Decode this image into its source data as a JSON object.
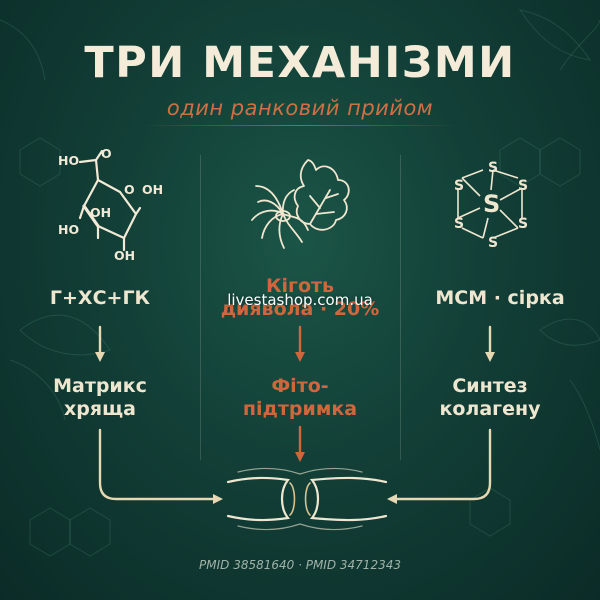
{
  "title": "ТРИ МЕХАНІЗМИ",
  "subtitle": "один ранковий прийом",
  "columns": [
    {
      "icon": "glucosamine-molecule-icon",
      "label": "Г+ХС+ГК",
      "result": "Матрикс хряща",
      "result_line1": "Матрикс",
      "result_line2": "хряща",
      "accent": "#efe6cf"
    },
    {
      "icon": "devils-claw-plant-icon",
      "label": "Кіготь диявола · 20%",
      "label_line1": "Кіготь",
      "label_line2": "диявола · 20%",
      "result": "Фіто-підтримка",
      "result_line1": "Фіто-",
      "result_line2": "підтримка",
      "accent": "#d0673c"
    },
    {
      "icon": "sulfur-ring-icon",
      "label": "МСМ · сірка",
      "result": "Синтез колагену",
      "result_line1": "Синтез",
      "result_line2": "колагену",
      "accent": "#efe6cf"
    }
  ],
  "molecule": {
    "ho_top": "HO",
    "o_ring": "O",
    "oh_right": "OH",
    "oh_mid": "OH",
    "ho_left": "HO",
    "oh_bottom": "OH"
  },
  "sulfur": {
    "center": "S",
    "atom": "S"
  },
  "watermark": "livestashop.com.ua",
  "footer": "PMID 38581640 · PMID 34712343",
  "colors": {
    "background": "#123f37",
    "cream": "#efe6cf",
    "accent": "#d0673c"
  }
}
